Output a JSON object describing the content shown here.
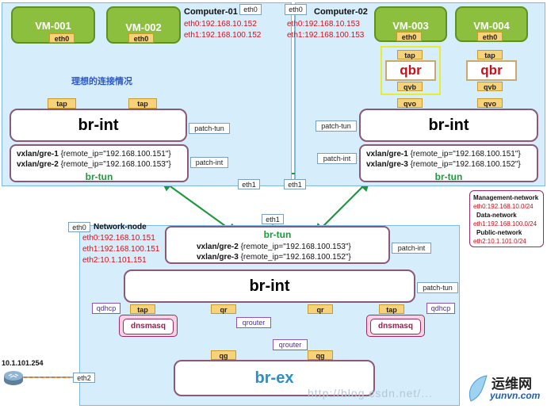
{
  "computer01": {
    "title": "Computer-01",
    "eth0": "eth0:192.168.10.152",
    "eth1": "eth1:192.168.100.152",
    "vm1": "VM-001",
    "vm2": "VM-002",
    "ideal": "理想的连接情况",
    "br_int": "br-int",
    "br_tun": "br-tun",
    "tun1_key": "vxlan/gre-1",
    "tun1_val": "{remote_ip=\"192.168.100.151\"}",
    "tun2_key": "vxlan/gre-2",
    "tun2_val": "{remote_ip=\"192.168.100.153\"}"
  },
  "computer02": {
    "title": "Computer-02",
    "eth0": "eth0:192.168.10.153",
    "eth1": "eth1:192.168.100.153",
    "vm3": "VM-003",
    "vm4": "VM-004",
    "qbr": "qbr",
    "br_int": "br-int",
    "br_tun": "br-tun",
    "tun1_key": "vxlan/gre-1",
    "tun1_val": "{remote_ip=\"192.168.100.151\"}",
    "tun3_key": "vxlan/gre-3",
    "tun3_val": "{remote_ip=\"192.168.100.152\"}"
  },
  "network_node": {
    "title": "Network-node",
    "eth0": "eth0:192.168.10.151",
    "eth1": "eth1:192.168.100.151",
    "eth2": "eth2:10.1.101.151",
    "br_tun": "br-tun",
    "br_int": "br-int",
    "br_ex": "br-ex",
    "tun2_key": "vxlan/gre-2",
    "tun2_val": "{remote_ip=\"192.168.100.153\"}",
    "tun3_key": "vxlan/gre-3",
    "tun3_val": "{remote_ip=\"192.168.100.152\"}",
    "dnsmasq": "dnsmasq",
    "qdhcp": "qdhcp",
    "qrouter": "qrouter",
    "router_ip": "10.1.101.254"
  },
  "ports": {
    "eth0": "eth0",
    "eth1": "eth1",
    "eth2": "eth2",
    "tap": "tap",
    "qvb": "qvb",
    "qvo": "qvo",
    "qr": "qr",
    "qg": "qg",
    "patch_tun": "patch-tun",
    "patch_int": "patch-int"
  },
  "legend": {
    "mgmt_title": "Management-network",
    "mgmt_val": "eth0:192.168.10.0/24",
    "data_title": "Data-network",
    "data_val": "eth1:192.168.100.0/24",
    "public_title": "Public-network",
    "public_val": "eth2:10.1.101.0/24"
  },
  "watermark": {
    "brand": "运维网",
    "domain": "yunvn.com",
    "url": "http://blog.csdn.net/..."
  },
  "colors": {
    "panel": "#d6eefb",
    "vm_green": "#8dbf3e",
    "port_yellow": "#f6d27a",
    "link_green": "#1a9a3a",
    "ip_red": "#d0121b"
  }
}
